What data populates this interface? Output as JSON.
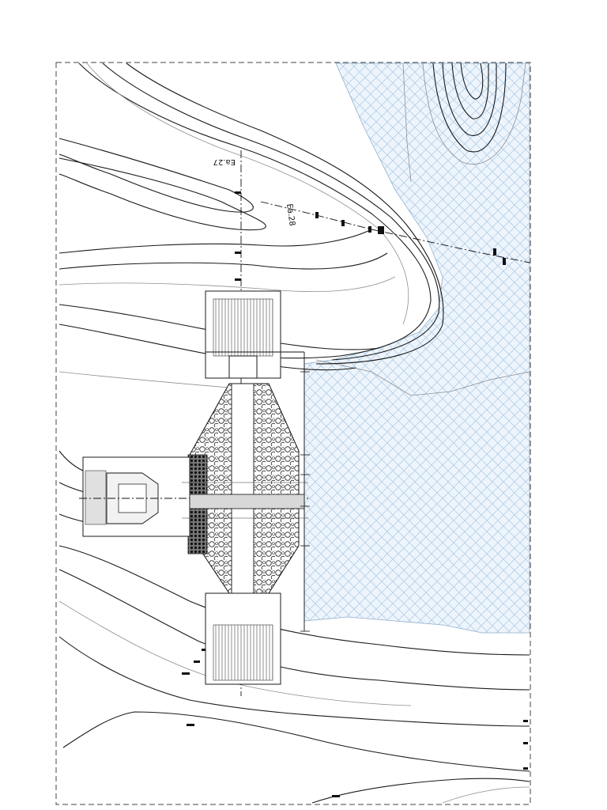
{
  "drawing": {
    "section_labels": [
      {
        "id": "ea27",
        "text": "Ea.27"
      },
      {
        "id": "ea28",
        "text": "Ea.28"
      }
    ],
    "water_color": "#d5e6f5",
    "hatch_color": "#a8c8e6",
    "line_color": "#1a1a1a"
  }
}
